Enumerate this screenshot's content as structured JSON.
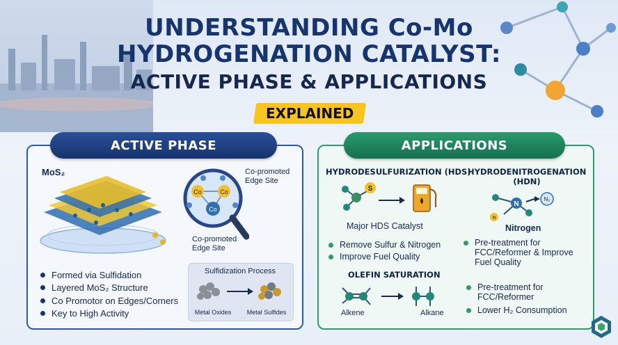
{
  "title": {
    "line1": "UNDERSTANDING Co-Mo",
    "line2": "HYDROGENATION CATALYST:",
    "line3": "ACTIVE PHASE & APPLICATIONS",
    "badge": "EXPLAINED"
  },
  "active_phase": {
    "header": "ACTIVE PHASE",
    "mos2_label": "MoS₂",
    "callout_top": "Co-promoted\nEdge Site",
    "callout_bottom": "Co-promoted\nEdge Site",
    "atom_co": "Co",
    "bullets": [
      "Formed via Sulfidation",
      "Layered MoS₂ Structure",
      "Co Promotor on Edges/Corners",
      "Key to High Activity"
    ],
    "sulfidation": {
      "title": "Sulfidization Process",
      "left": "Metal Oxides",
      "right": "Metal Sulfides"
    }
  },
  "applications": {
    "header": "APPLICATIONS",
    "hds": {
      "title": "HYDRODESULFURIZATION (HDS)",
      "caption": "Major HDS Catalyst",
      "atom_s": "S",
      "bullets": [
        "Remove Sulfur & Nitrogen",
        "Improve Fuel Quality"
      ]
    },
    "hdn": {
      "title_line1": "HYDRODENITROGENATION",
      "title_line2": "(HDN)",
      "caption": "Nitrogen",
      "atom_n": "N",
      "atom_n2": "N₂",
      "atom_n_small": "N",
      "bullets": [
        "Pre-treatment for FCC/Reformer & Improve Fuel Quality"
      ]
    },
    "olefin": {
      "title": "OLEFIN SATURATION",
      "left": "Alkene",
      "right": "Alkane"
    },
    "lower_bullets": [
      "Pre-treatment for FCC/Reformer",
      "Lower H₂ Consumption"
    ]
  }
}
